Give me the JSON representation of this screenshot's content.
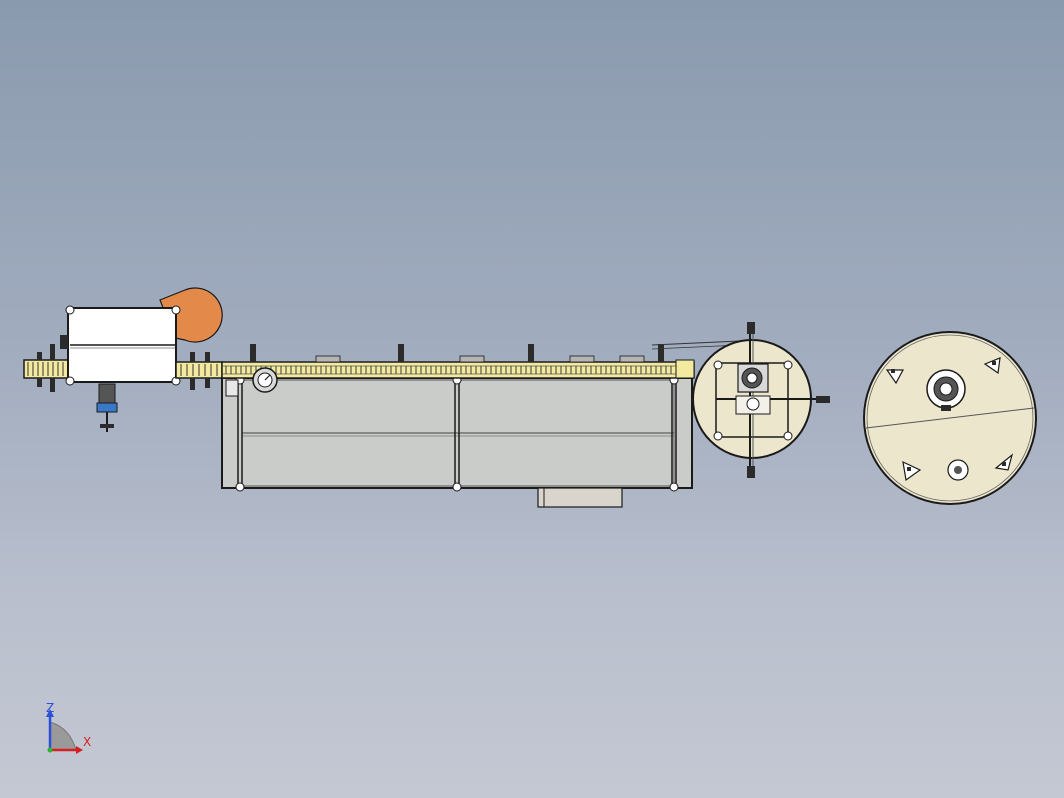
{
  "view": {
    "background_top": "#8a9aae",
    "background_bottom": "#c4c8d3"
  },
  "machine": {
    "components": [
      "filling-unit",
      "conveyor-belt",
      "tank-frame",
      "capping-unit",
      "vessel"
    ],
    "colors": {
      "outline": "#1a1a1a",
      "tank_fill": "#c9ccc9",
      "frame_fill": "#ffffff",
      "belt_fill": "#f3eaa0",
      "vessel_fill": "#ece6cc",
      "accent_orange": "#e38a4a",
      "accent_blue": "#3a79c9"
    }
  },
  "triad": {
    "z_label": "Z",
    "x_label": "X",
    "z_color": "#2b4fd6",
    "x_color": "#d62020"
  }
}
